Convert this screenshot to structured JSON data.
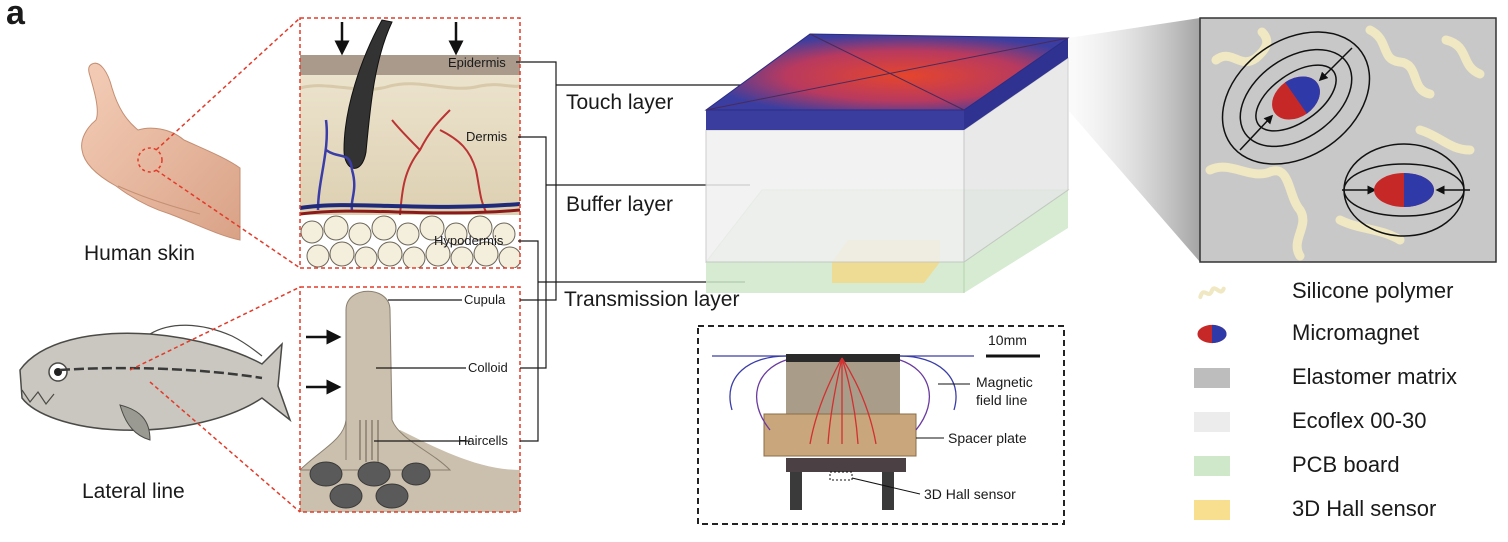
{
  "panel_letter": "a",
  "left_labels": {
    "human_skin": "Human skin",
    "lateral_line": "Lateral line"
  },
  "skin_labels": {
    "epidermis": "Epidermis",
    "dermis": "Dermis",
    "hypodermis": "Hypodermis"
  },
  "lateral_labels": {
    "cupula": "Cupula",
    "colloid": "Colloid",
    "haircells": "Haircells"
  },
  "layers": {
    "touch": "Touch layer",
    "buffer": "Buffer layer",
    "transmission": "Transmission layer"
  },
  "inset": {
    "scale_bar": "10mm",
    "field_line_1": "Magnetic",
    "field_line_2": "field line",
    "spacer": "Spacer plate",
    "hall": "3D Hall sensor"
  },
  "legend": [
    {
      "label": "Silicone polymer",
      "color": "#f3ecc9"
    },
    {
      "label": "Micromagnet",
      "color": "#c62828"
    },
    {
      "label": "Elastomer matrix",
      "color": "#bdbdbd"
    },
    {
      "label": "Ecoflex 00-30",
      "color": "#ececec"
    },
    {
      "label": "PCB board",
      "color": "#cfe8c9"
    },
    {
      "label": "3D Hall sensor",
      "color": "#f7df8f"
    }
  ],
  "colors": {
    "dashed_red": "#e23b2a",
    "touch_blue": "#3a3d9e",
    "touch_red": "#e0442d",
    "pcb_green": "#c7e6c1",
    "sensor_yellow": "#f2d98a",
    "field_red": "#d23030",
    "field_blue": "#3a3da8"
  }
}
